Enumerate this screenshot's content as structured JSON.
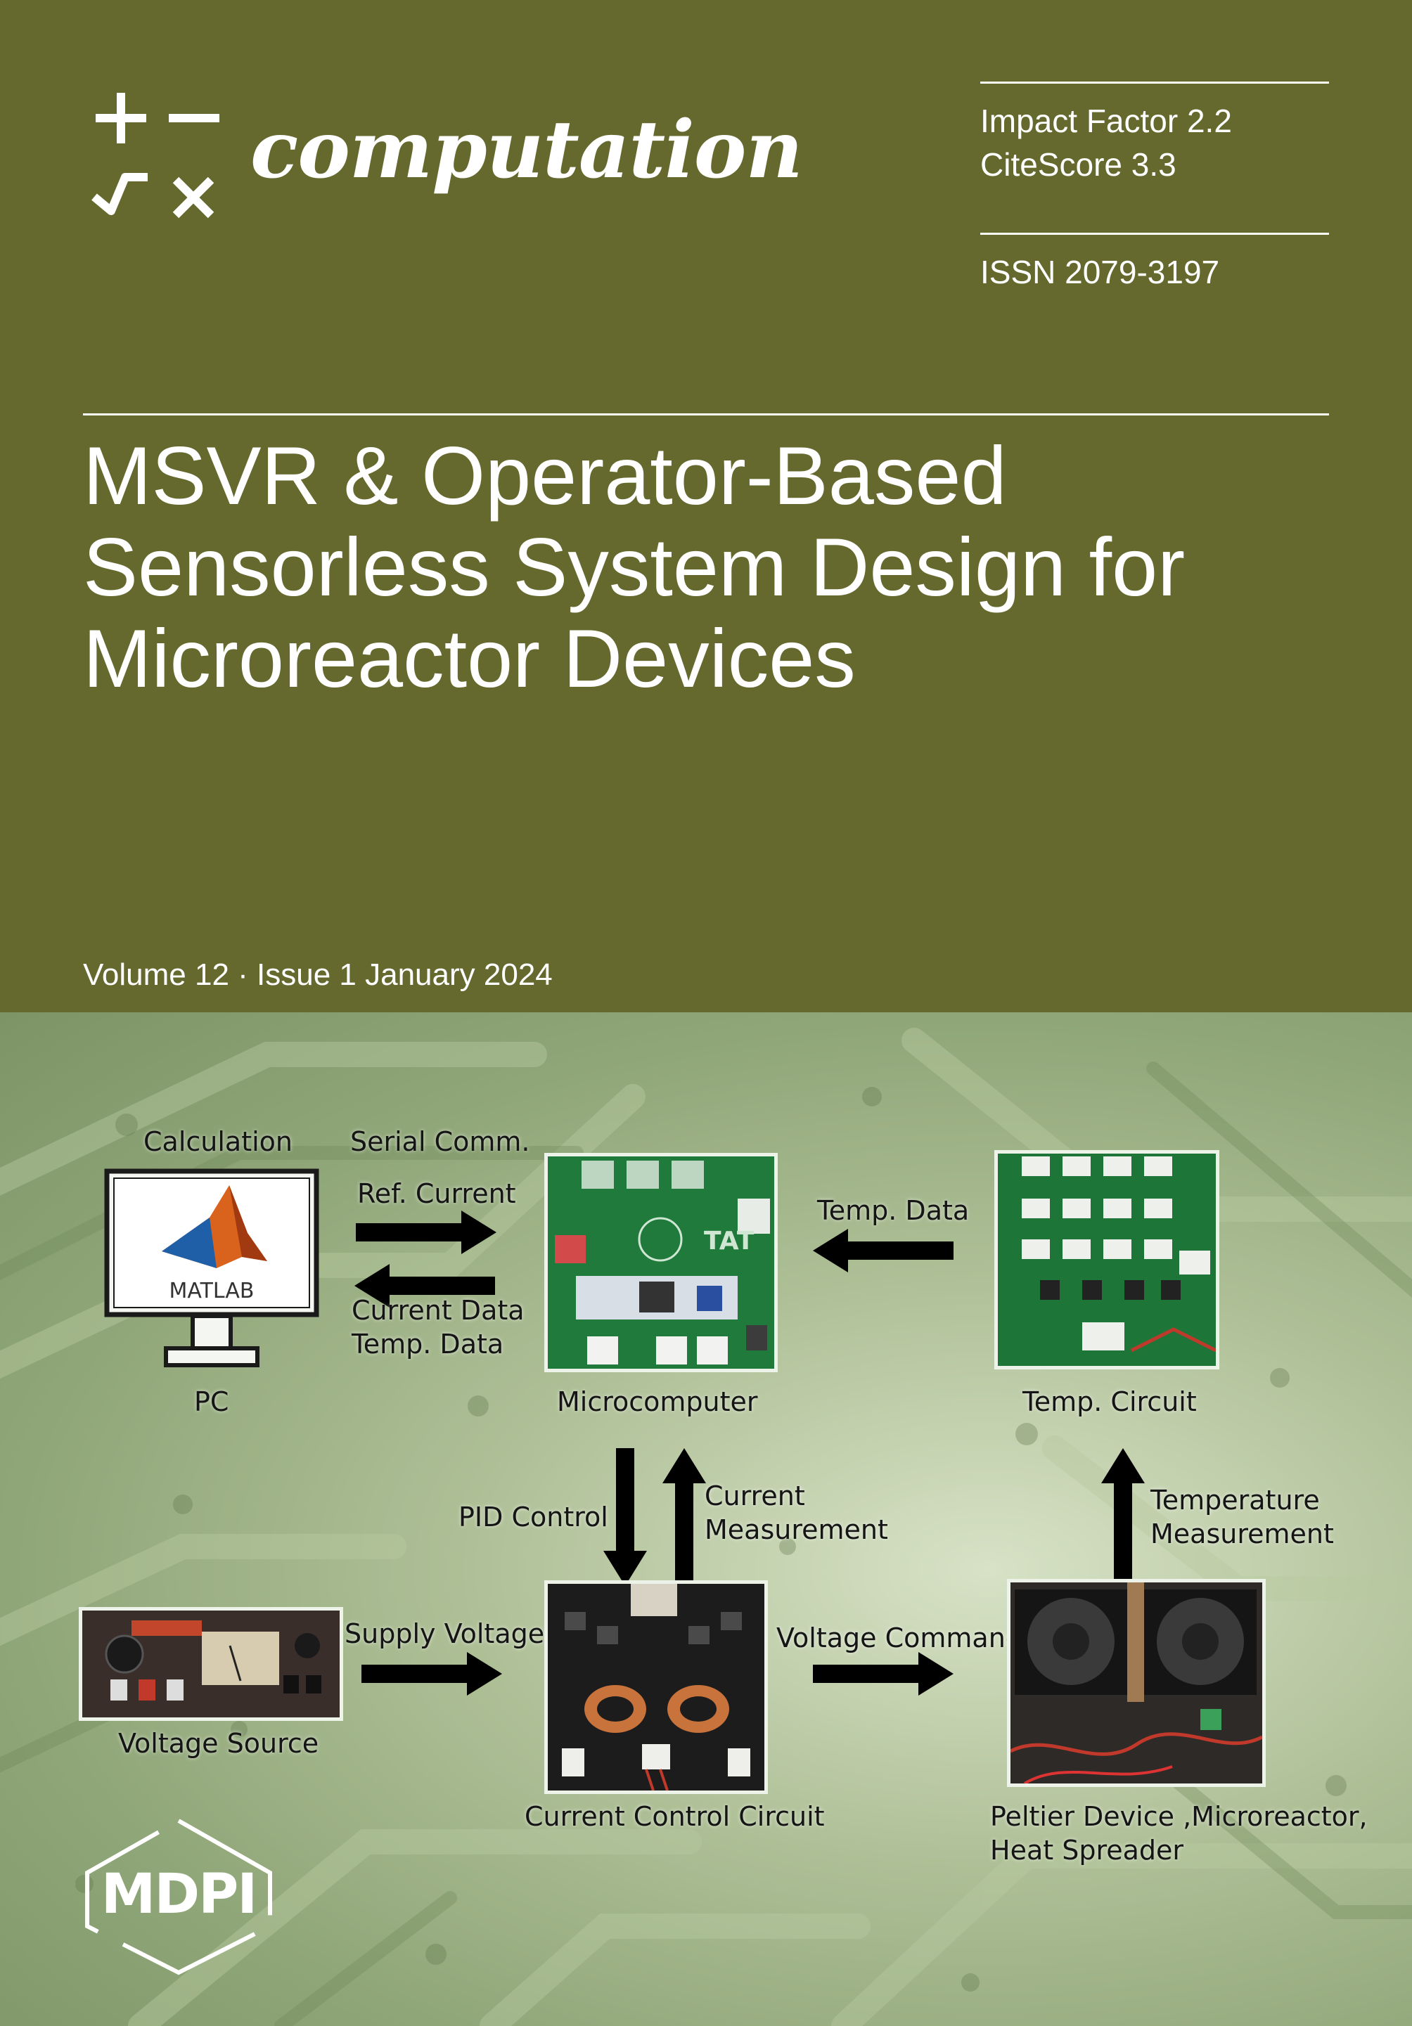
{
  "journal": {
    "name": "computation",
    "impact_factor": "Impact Factor 2.2",
    "citescore": "CiteScore 3.3",
    "issn": "ISSN 2079-3197"
  },
  "article": {
    "title_lines": [
      "MSVR & Operator-Based",
      "Sensorless System Design for",
      "Microreactor Devices"
    ]
  },
  "issue": {
    "text": "Volume 12 · Issue 1 January 2024"
  },
  "publisher": {
    "name": "MDPI"
  },
  "figure": {
    "pc": {
      "top_label": "Calculation",
      "screen_text": "MATLAB",
      "bottom_label": "PC"
    },
    "serial_comm": "Serial Comm.",
    "ref_current": "Ref. Current",
    "current_data": "Current Data",
    "temp_data_left": "Temp. Data",
    "microcomputer": "Microcomputer",
    "temp_data_right": "Temp. Data",
    "temp_circuit": "Temp. Circuit",
    "pid_control": "PID Control",
    "current_measurement_1": "Current",
    "current_measurement_2": "Measurement",
    "temperature_measurement_1": "Temperature",
    "temperature_measurement_2": "Measurement",
    "supply_voltage": "Supply Voltage",
    "voltage_source": "Voltage Source",
    "voltage_command": "Voltage Command",
    "current_control_circuit": "Current Control Circuit",
    "peltier_1": "Peltier Device ,Microreactor,",
    "peltier_2": "Heat Spreader",
    "board_mark": "TAT"
  },
  "colors": {
    "olive": "#66692e",
    "pcb_green": "#1f7a3c",
    "pcb_black": "#1a1a1a"
  }
}
